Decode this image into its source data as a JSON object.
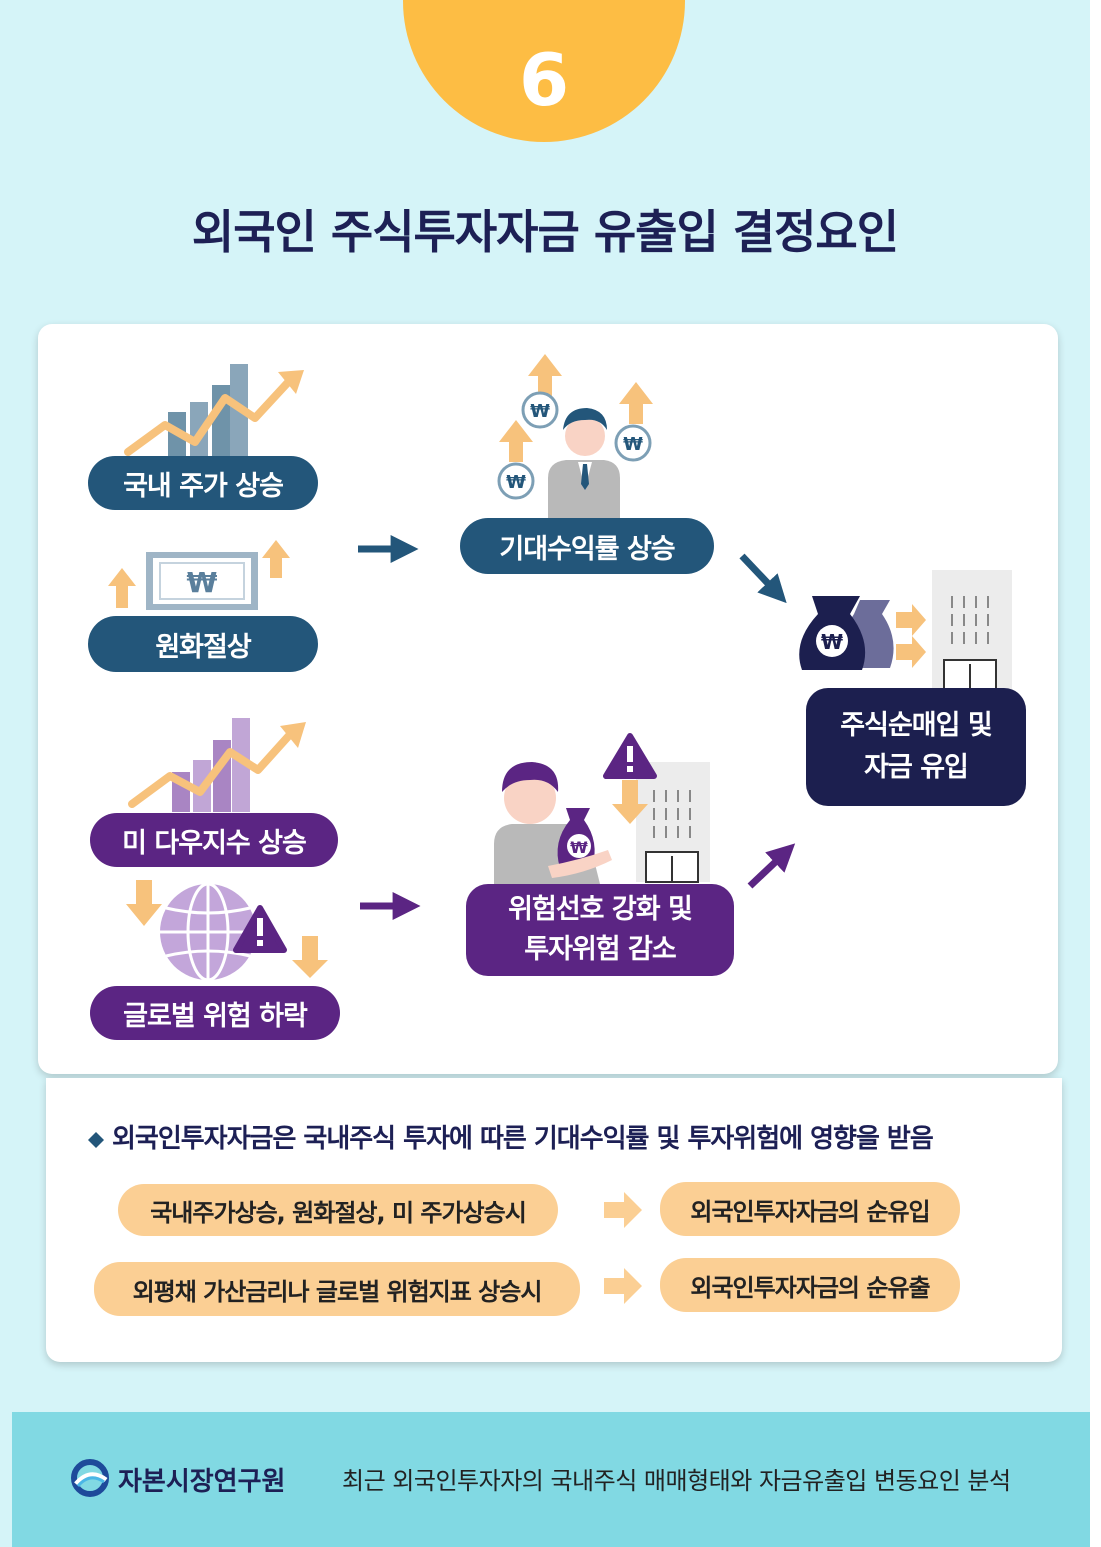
{
  "badge": {
    "number": "6"
  },
  "title": "외국인 주식투자자금 유출입 결정요인",
  "diagram": {
    "domestic_stock_rise": "국내 주가 상승",
    "won_appreciation": "원화절상",
    "expected_return_rise": "기대수익률 상승",
    "net_buy_inflow_line1": "주식순매입 및",
    "net_buy_inflow_line2": "자금 유입",
    "dow_rise": "미 다우지수 상승",
    "global_risk_fall": "글로벌 위험 하락",
    "risk_pref_line1": "위험선호 강화 및",
    "risk_pref_line2": "투자위험 감소",
    "currency_symbol": "₩"
  },
  "summary": {
    "heading": "외국인투자자금은 국내주식 투자에 따른 기대수익률 및 투자위험에 영향을 받음",
    "rows": [
      {
        "cause": "국내주가상승, 원화절상, 미 주가상승시",
        "effect": "외국인투자자금의 순유입"
      },
      {
        "cause": "외평채 가산금리나 글로벌 위험지표 상승시",
        "effect": "외국인투자자금의 순유출"
      }
    ]
  },
  "footer": {
    "org": "자본시장연구원",
    "report_title": "최근 외국인투자자의 국내주식 매매형태와 자금유출입 변동요인 분석"
  },
  "colors": {
    "background": "#d5f4f8",
    "badge": "#fdbd44",
    "teal": "#23567a",
    "purple": "#5b2583",
    "navy": "#1c1f4f",
    "peach": "#fbcf94",
    "footer": "#81d9e3"
  }
}
